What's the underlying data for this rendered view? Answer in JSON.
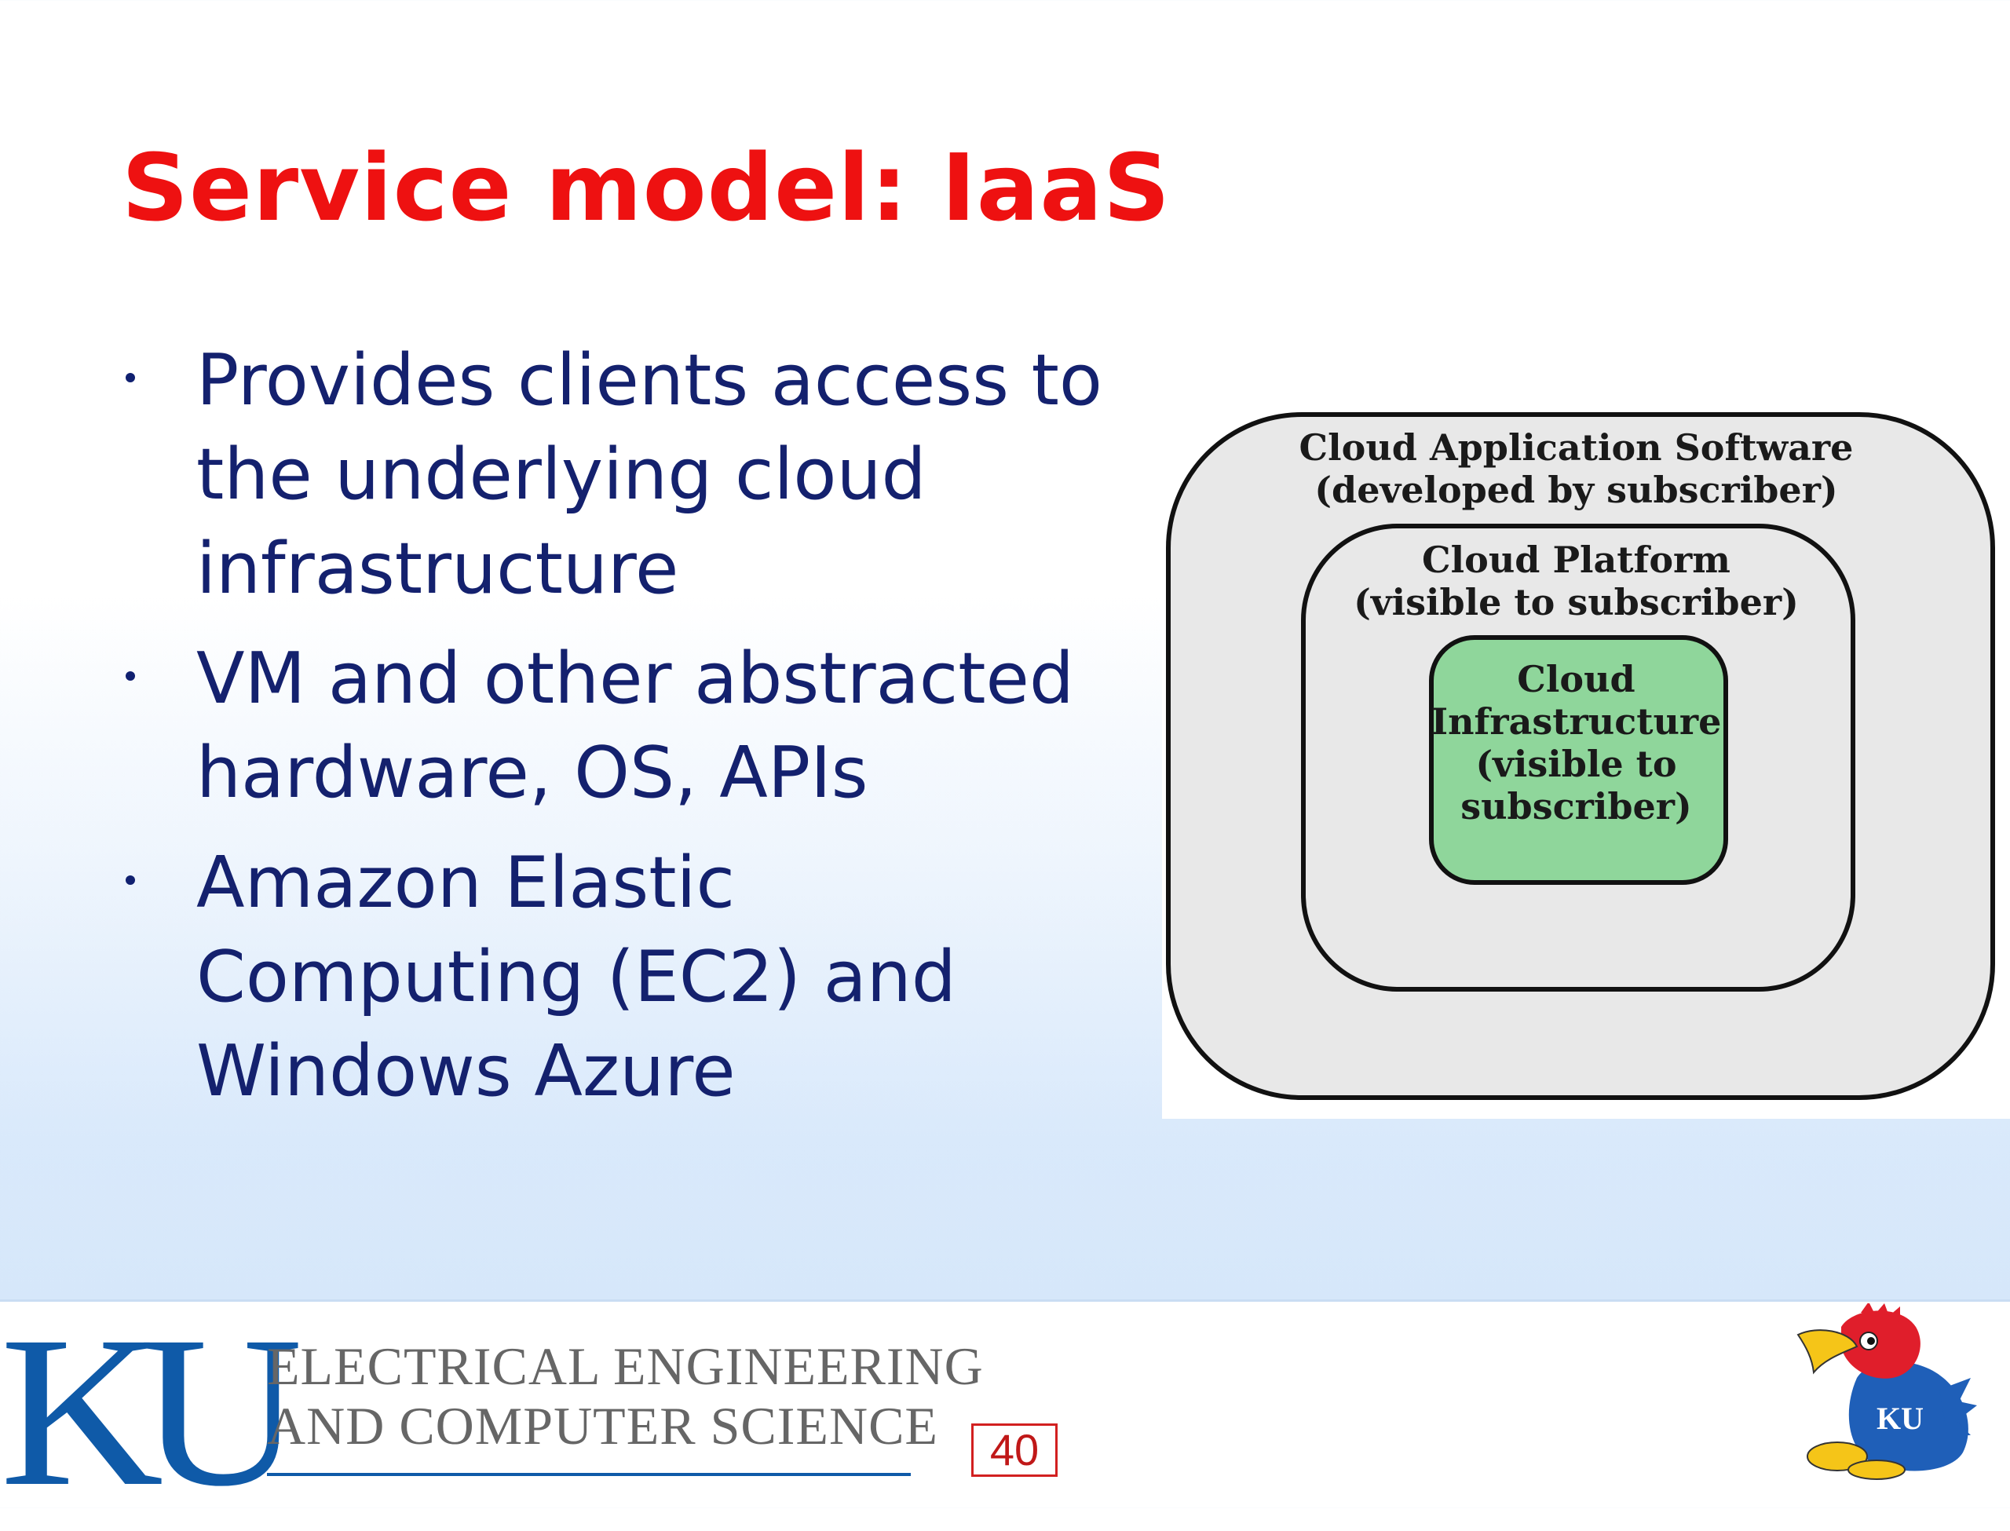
{
  "slide": {
    "title": "Service model: IaaS",
    "bullets": [
      "Provides clients access to the underlying cloud infrastructure",
      "VM and other abstracted hardware, OS, APIs",
      "Amazon Elastic Computing (EC2) and Windows Azure"
    ]
  },
  "diagram": {
    "outer_label": "Cloud Application Software\n(developed by subscriber)",
    "middle_label": "Cloud Platform\n(visible to subscriber)",
    "inner_label": "Cloud\nInfrastructure\n(visible to\nsubscriber)",
    "outer_fill": "#e8e8e8",
    "inner_fill": "#8fd69b"
  },
  "footer": {
    "logo_letters": "KU",
    "dept_line1": "ELECTRICAL ENGINEERING",
    "dept_line2": "AND COMPUTER SCIENCE",
    "page_number": "40",
    "mascot": "jayhawk-logo"
  }
}
